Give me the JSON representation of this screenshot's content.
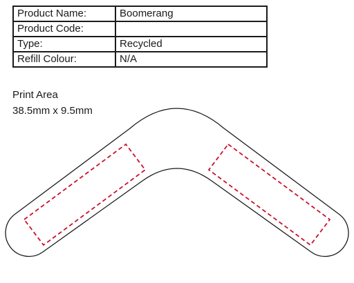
{
  "product_table": [
    {
      "label": "Product Name:",
      "value": "Boomerang"
    },
    {
      "label": "Product Code:",
      "value": ""
    },
    {
      "label": "Type:",
      "value": "Recycled"
    },
    {
      "label": "Refill Colour:",
      "value": "N/A"
    }
  ],
  "print_area": {
    "title": "Print Area",
    "size": "38.5mm x 9.5mm"
  },
  "colors": {
    "outline": "#1a1a1a",
    "print_zone": "#c8102e"
  }
}
